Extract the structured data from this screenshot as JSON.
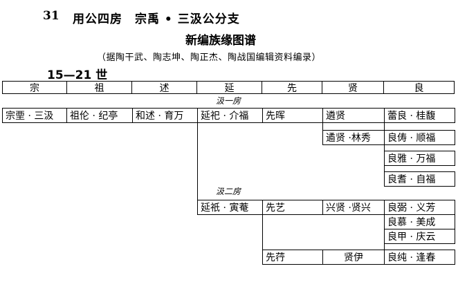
{
  "doc": {
    "number": "31",
    "title": "用公四房　宗禹 • 三汲公分支",
    "subtitle": "新编族缘图谱",
    "source": "（据陶干武、陶志坤、陶正杰、陶战国编辑资料编录）",
    "generation_range": "15—21 世"
  },
  "header": [
    "宗",
    "祖",
    "述",
    "延",
    "先",
    "贤",
    "良"
  ],
  "branch_labels": [
    "汲一房",
    "汲二房"
  ],
  "cells": {
    "r1c1": "宗垔 · 三汲",
    "r1c2": "祖伦 · 纪亭",
    "r1c3": "和述 · 育万",
    "r1c4": "延祀 · 介福",
    "r1c5": "先晖",
    "r1c6": "遴贤",
    "r1c7": "蕾良 · 桂馥",
    "r2c6": "遹贤 ·林秀",
    "r2c7": "良俦 · 顺福",
    "r3c7": "良雅 · 万福",
    "r4c7": "良耆 · 自福",
    "r5c4": "延祇 · 寅菴",
    "r5c5": "先艺",
    "r5c6": "兴贤 ·贤兴",
    "r5c7": "良弼 · 义芳",
    "r6c7": "良慕 · 美成",
    "r7c7": "良甲 · 庆云",
    "r8c5": "先荇",
    "r8c6": "贤伊",
    "r8c7": "良纯 · 逢春"
  }
}
